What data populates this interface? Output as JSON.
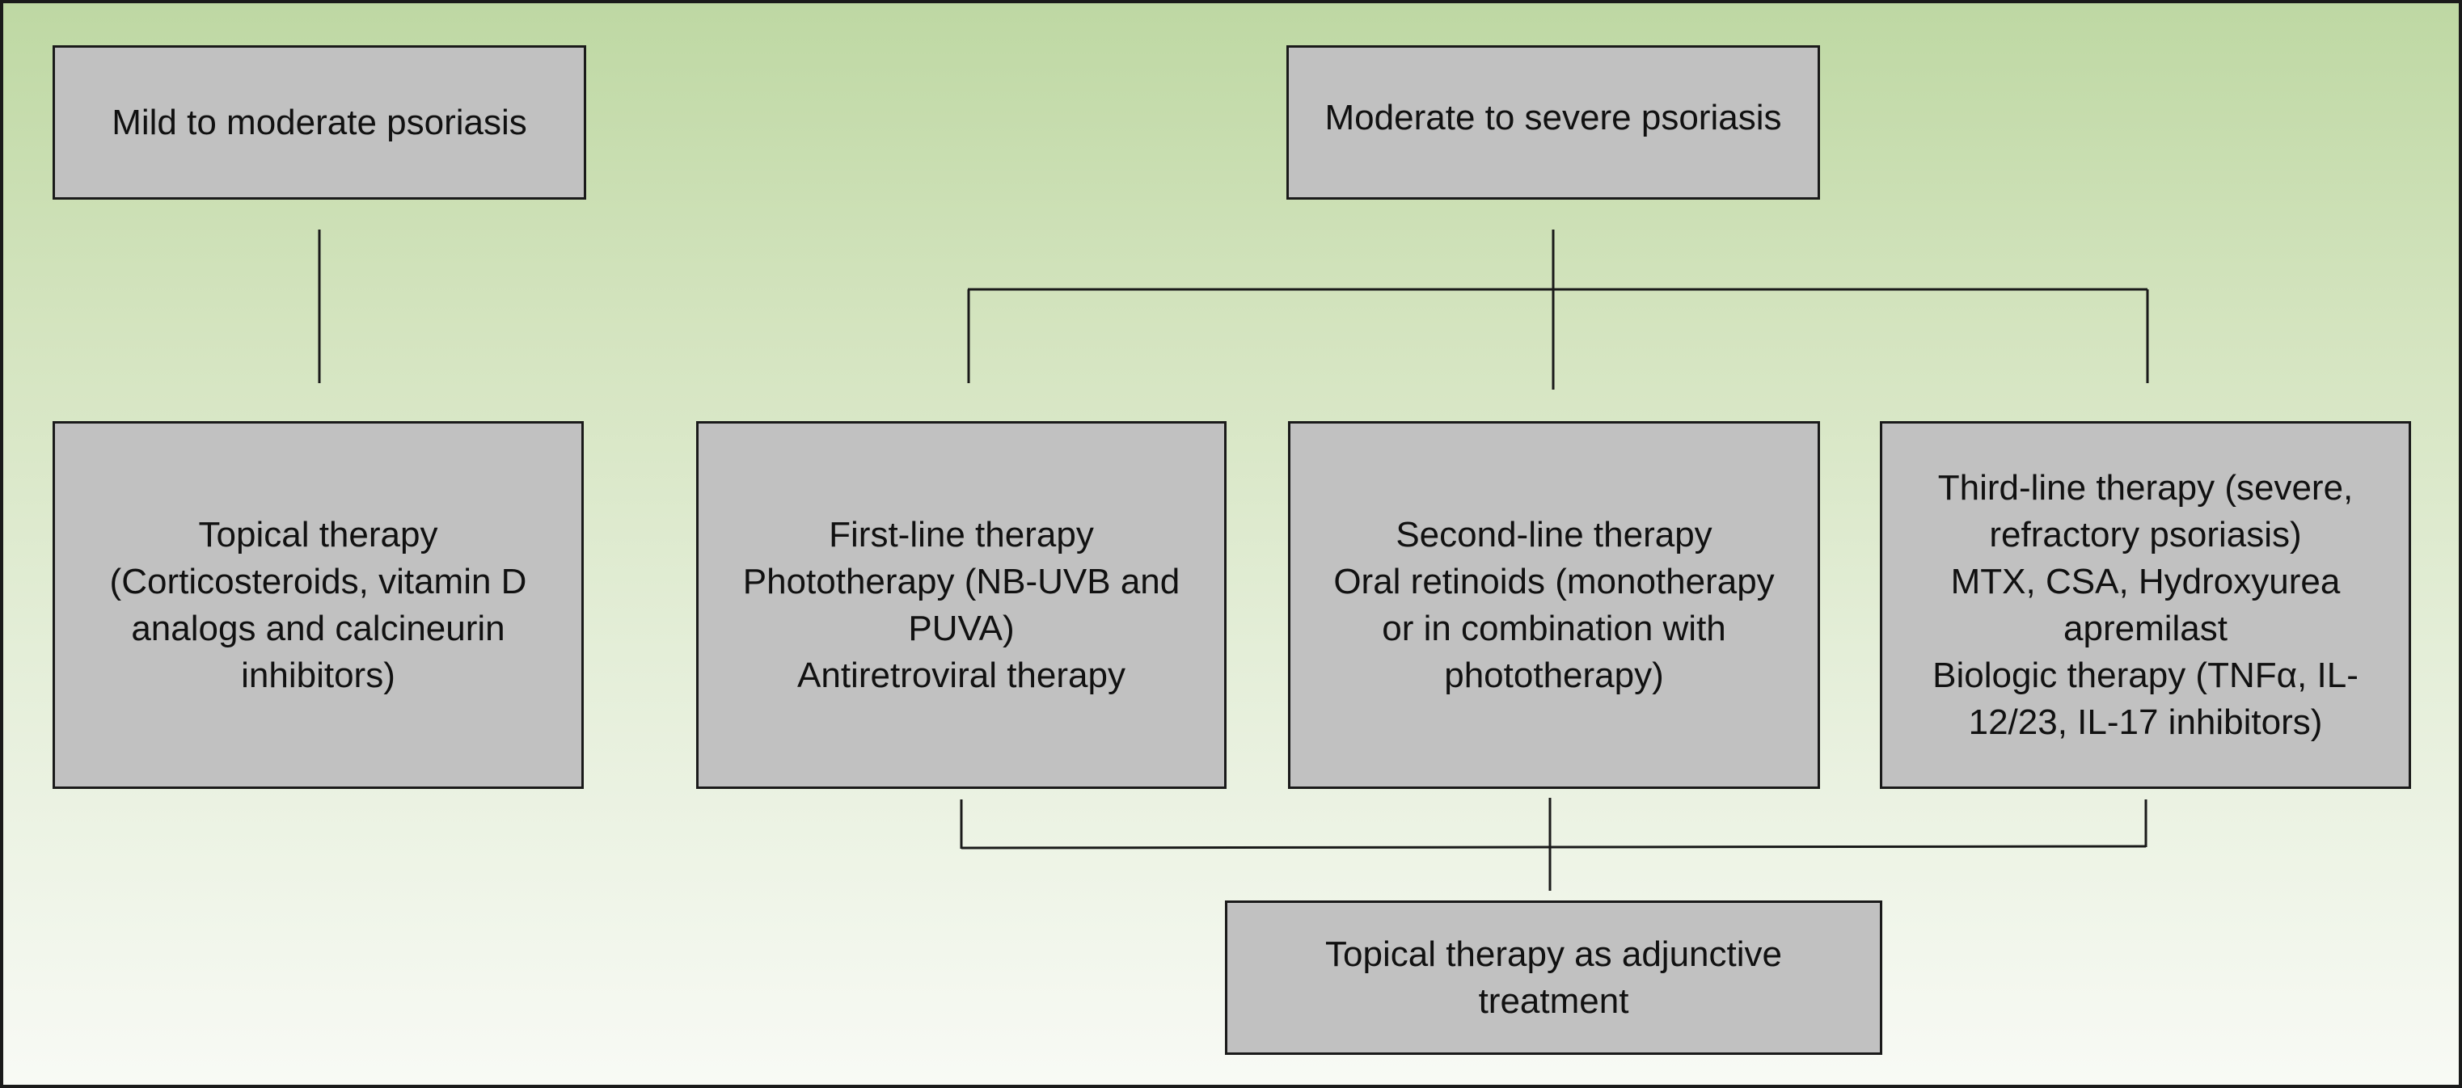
{
  "nodes": {
    "mild": [
      "Mild to moderate psoriasis"
    ],
    "severe": [
      "Moderate to severe psoriasis"
    ],
    "topical": [
      "Topical therapy",
      "(Corticosteroids, vitamin D",
      "analogs and calcineurin",
      "inhibitors)"
    ],
    "first_line": [
      "First-line therapy",
      "Phototherapy (NB-UVB and",
      "PUVA)",
      "Antiretroviral therapy"
    ],
    "second_line": [
      "Second-line therapy",
      "Oral retinoids (monotherapy",
      "or in combination with",
      "phototherapy)"
    ],
    "third_line": [
      "Third-line therapy (severe,",
      "refractory psoriasis)",
      "MTX, CSA, Hydroxyurea",
      "apremilast",
      "Biologic therapy (TNFα, IL-",
      "12/23, IL-17 inhibitors)"
    ],
    "adjunctive": [
      "Topical therapy as adjunctive",
      "treatment"
    ]
  }
}
